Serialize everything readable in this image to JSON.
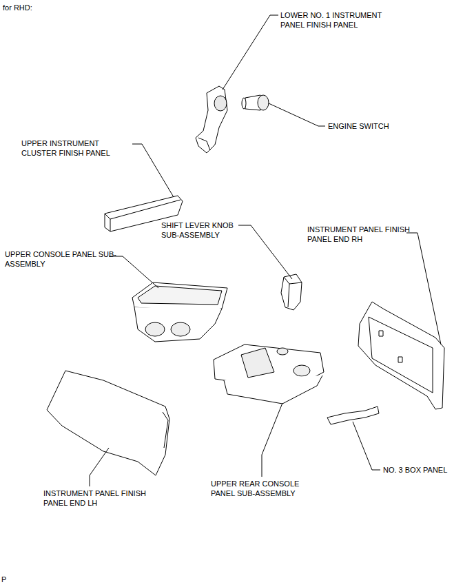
{
  "diagram": {
    "title": "for RHD:",
    "labels": [
      "LOWER NO. 1 INSTRUMENT PANEL FINISH PANEL",
      "ENGINE SWITCH",
      "UPPER INSTRUMENT CLUSTER FINISH PANEL",
      "SHIFT LEVER KNOB SUB-ASSEMBLY",
      "INSTRUMENT PANEL FINISH PANEL END RH",
      "UPPER CONSOLE PANEL SUB-ASSEMBLY",
      "UPPER REAR CONSOLE PANEL SUB-ASSEMBLY",
      "NO. 3 BOX PANEL",
      "INSTRUMENT PANEL FINISH PANEL END LH",
      "P"
    ]
  }
}
